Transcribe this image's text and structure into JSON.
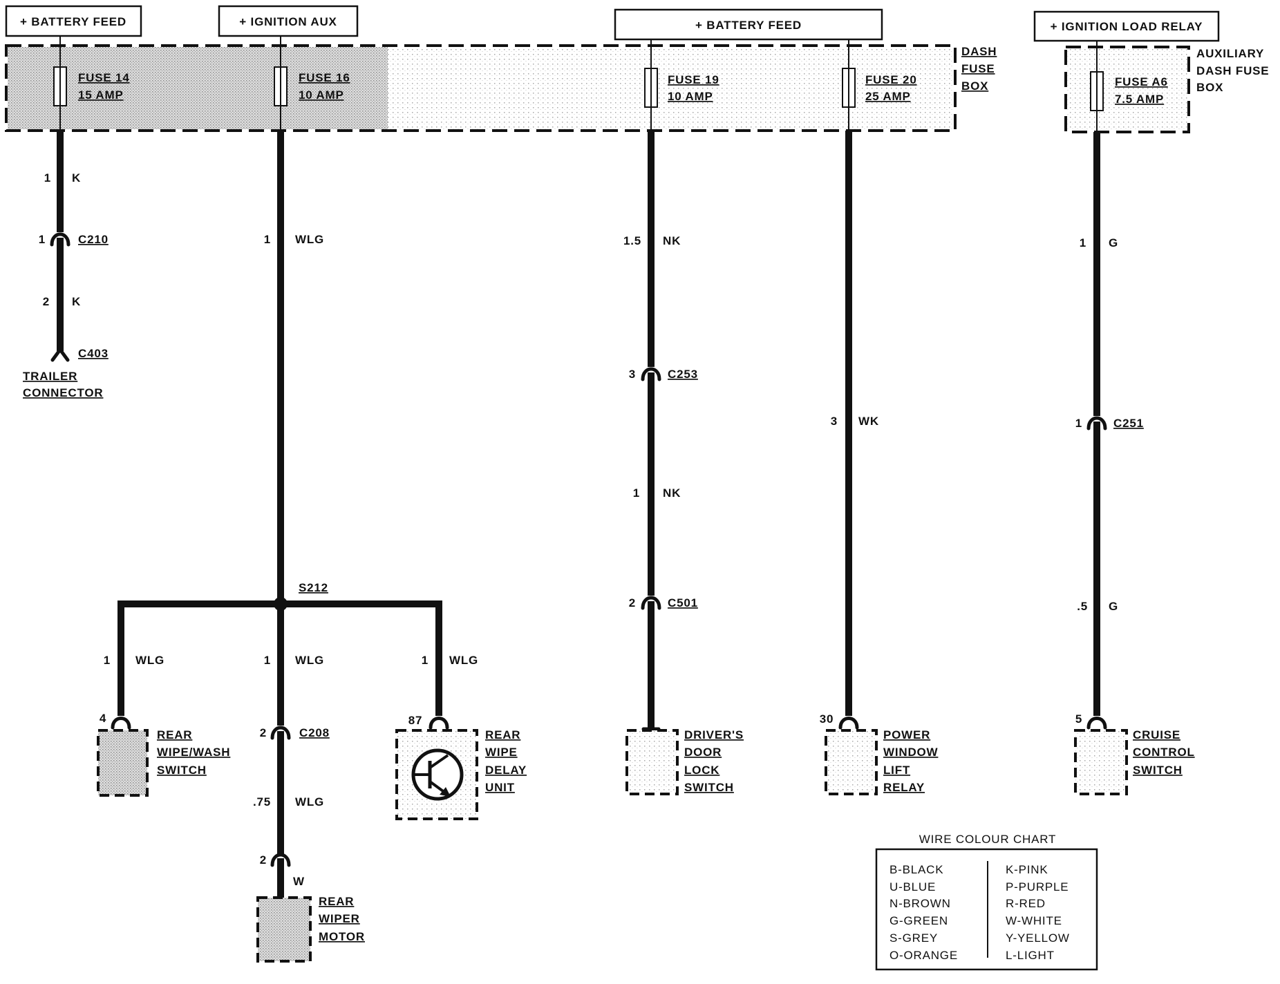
{
  "supplies": {
    "battery_feed_left": "+ BATTERY FEED",
    "ignition_aux": "+ IGNITION AUX",
    "battery_feed_right": "+ BATTERY FEED",
    "ignition_load_relay": "+ IGNITION LOAD RELAY"
  },
  "fuse_boxes": {
    "dash": [
      "DASH",
      "FUSE",
      "BOX"
    ],
    "auxiliary_dash": [
      "AUXILIARY",
      "DASH FUSE",
      "BOX"
    ]
  },
  "fuses": {
    "f14": {
      "name": "FUSE 14",
      "rating": "15 AMP"
    },
    "f16": {
      "name": "FUSE 16",
      "rating": "10 AMP"
    },
    "f19": {
      "name": "FUSE 19",
      "rating": "10 AMP"
    },
    "f20": {
      "name": "FUSE 20",
      "rating": "25 AMP"
    },
    "fa6": {
      "name": "FUSE A6",
      "rating": "7.5 AMP"
    }
  },
  "circuits": {
    "fuse_14": {
      "wire_1": {
        "size": "1",
        "colour": "K"
      },
      "c210": {
        "pin": "1",
        "name": "C210"
      },
      "wire_2": {
        "size": "2",
        "colour": "K"
      },
      "c403": {
        "name": "C403"
      },
      "destination": [
        "TRAILER",
        "CONNECTOR"
      ]
    },
    "fuse_16": {
      "wire_1": {
        "size": "1",
        "colour": "WLG"
      },
      "splice": "S212",
      "left_branch": {
        "size": "1",
        "colour": "WLG",
        "pin": "4",
        "destination": [
          "REAR",
          "WIPE/WASH",
          "SWITCH"
        ]
      },
      "middle_branch": {
        "size": "1",
        "colour": "WLG",
        "c208": {
          "pin": "2",
          "name": "C208"
        },
        "wire_2": {
          "size": ".75",
          "colour": "WLG"
        },
        "pin": "2",
        "lead_colour": "W",
        "destination": [
          "REAR",
          "WIPER",
          "MOTOR"
        ]
      },
      "right_branch": {
        "size": "1",
        "colour": "WLG",
        "pin": "87",
        "destination": [
          "REAR",
          "WIPE",
          "DELAY",
          "UNIT"
        ]
      }
    },
    "fuse_19": {
      "wire_1": {
        "size": "1.5",
        "colour": "NK"
      },
      "c253": {
        "pin": "3",
        "name": "C253"
      },
      "wire_2": {
        "size": "1",
        "colour": "NK"
      },
      "c501": {
        "pin": "2",
        "name": "C501"
      },
      "destination": [
        "DRIVER'S",
        "DOOR",
        "LOCK",
        "SWITCH"
      ]
    },
    "fuse_20": {
      "wire_1": {
        "size": "3",
        "colour": "WK"
      },
      "pin": "30",
      "destination": [
        "POWER",
        "WINDOW",
        "LIFT",
        "RELAY"
      ]
    },
    "fuse_a6": {
      "wire_1": {
        "size": "1",
        "colour": "G"
      },
      "c251": {
        "pin": "1",
        "name": "C251"
      },
      "wire_2": {
        "size": ".5",
        "colour": "G"
      },
      "pin": "5",
      "destination": [
        "CRUISE",
        "CONTROL",
        "SWITCH"
      ]
    }
  },
  "wire_colour_chart": {
    "title": "WIRE COLOUR CHART",
    "left": [
      "B-BLACK",
      "U-BLUE",
      "N-BROWN",
      "G-GREEN",
      "S-GREY",
      "O-ORANGE"
    ],
    "right": [
      "K-PINK",
      "P-PURPLE",
      "R-RED",
      "W-WHITE",
      "Y-YELLOW",
      "L-LIGHT"
    ]
  },
  "colors": {
    "ink": "#111111",
    "paper": "#ffffff"
  }
}
